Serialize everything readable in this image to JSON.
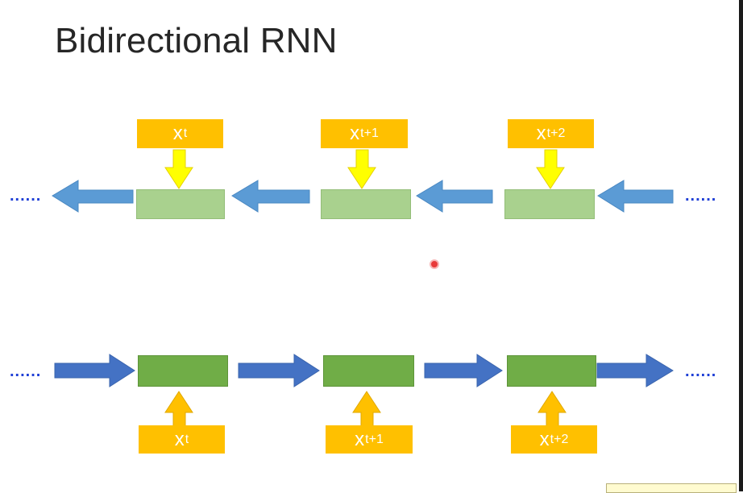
{
  "slide": {
    "title": "Bidirectional RNN"
  },
  "backward_row": {
    "leading_dots": "......",
    "trailing_dots": "......",
    "inputs": [
      {
        "base": "x",
        "sup": "t"
      },
      {
        "base": "x",
        "sup": "t+1"
      },
      {
        "base": "x",
        "sup": "t+2"
      }
    ]
  },
  "forward_row": {
    "leading_dots": "......",
    "trailing_dots": "......",
    "inputs": [
      {
        "base": "x",
        "sup": "t"
      },
      {
        "base": "x",
        "sup": "t+1"
      },
      {
        "base": "x",
        "sup": "t+2"
      }
    ]
  },
  "colors": {
    "label_box": "#ffc000",
    "backward_cell": "#a9d18e",
    "forward_cell": "#70ad47",
    "backward_arrow": "#5b9bd5",
    "forward_arrow": "#4472c4",
    "down_input_arrow": "#ffff00",
    "up_input_arrow": "#ffc000",
    "ellipsis": "#1f3fd6"
  }
}
